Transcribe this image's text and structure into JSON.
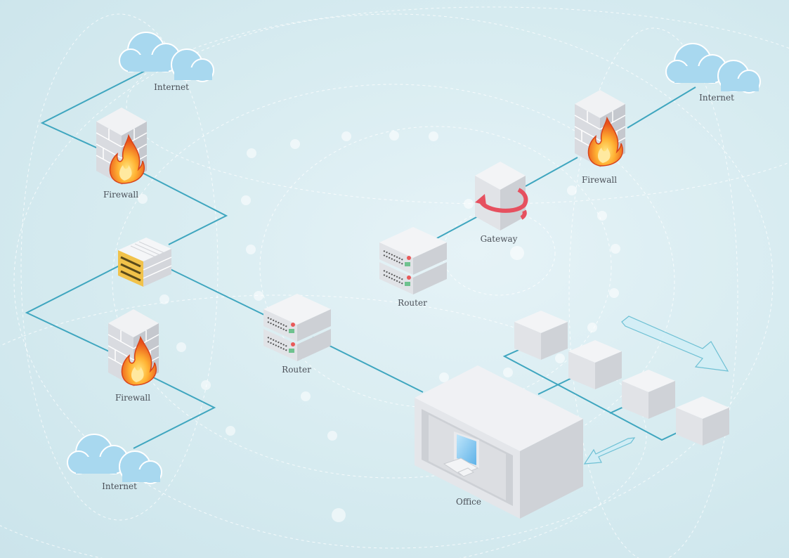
{
  "labels": {
    "internet_top_left": "Internet",
    "internet_top_right": "Internet",
    "internet_bottom_left": "Internet",
    "firewall_top_left": "Firewall",
    "firewall_bottom_left": "Firewall",
    "firewall_top_right": "Firewall",
    "gateway": "Gateway",
    "router_center": "Router",
    "router_left": "Router",
    "office": "Office"
  },
  "colors": {
    "connection": "#3fa6bf",
    "cloud": "#a8d8ef",
    "device_light": "#e8e9ed",
    "flame": "#f07a1a",
    "gateway_arrow": "#e6505f",
    "screen": "#7fc4ee"
  }
}
